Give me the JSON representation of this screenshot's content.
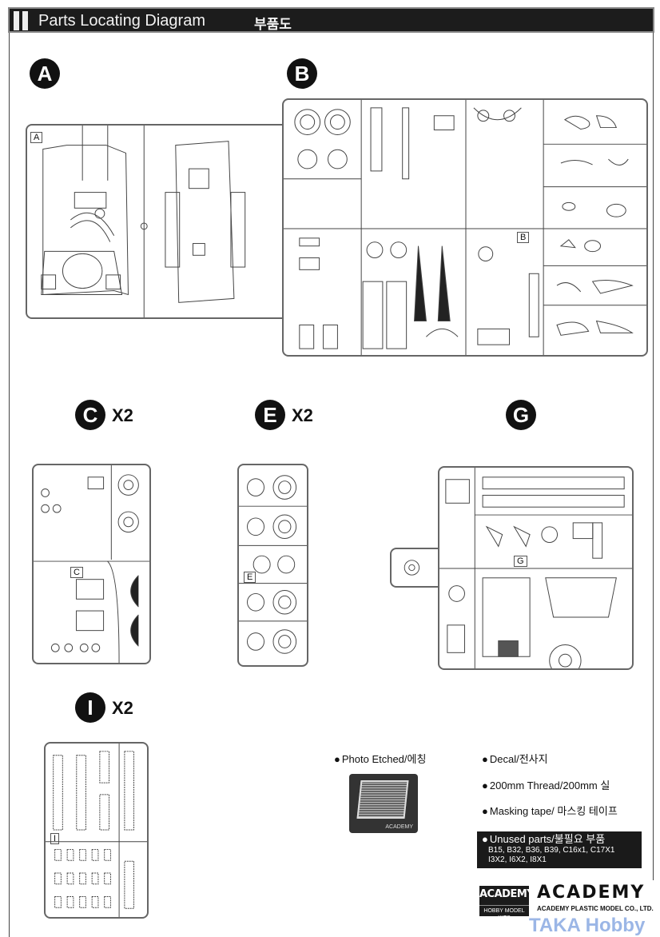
{
  "header": {
    "title": "Parts Locating Diagram",
    "title_korean": "부품도"
  },
  "sprues": [
    {
      "id": "A",
      "label": "A",
      "multiplier": ""
    },
    {
      "id": "B",
      "label": "B",
      "multiplier": ""
    },
    {
      "id": "C",
      "label": "C",
      "multiplier": "X2"
    },
    {
      "id": "E",
      "label": "E",
      "multiplier": "X2"
    },
    {
      "id": "G",
      "label": "G",
      "multiplier": ""
    },
    {
      "id": "I",
      "label": "I",
      "multiplier": "X2"
    }
  ],
  "extras": {
    "photo_etched": "Photo Etched/에칭",
    "decal": "Decal/전사지",
    "thread": "200mm Thread/200mm 실",
    "masking": "Masking tape/ 마스킹  테이프",
    "unused_title": "Unused parts/불필요  부품",
    "unused_line1": "B15, B32, B36, B39, C16x1, C17X1",
    "unused_line2": "I3X2, I6X2, I8X1"
  },
  "branding": {
    "logo_small": "ACADEMY",
    "logo_small_sub": "HOBBY MODEL KITS",
    "logo_big": "ACADEMY",
    "company": "ACADEMY PLASTIC MODEL CO., LTD.",
    "watermark": "TAKA Hobby"
  }
}
